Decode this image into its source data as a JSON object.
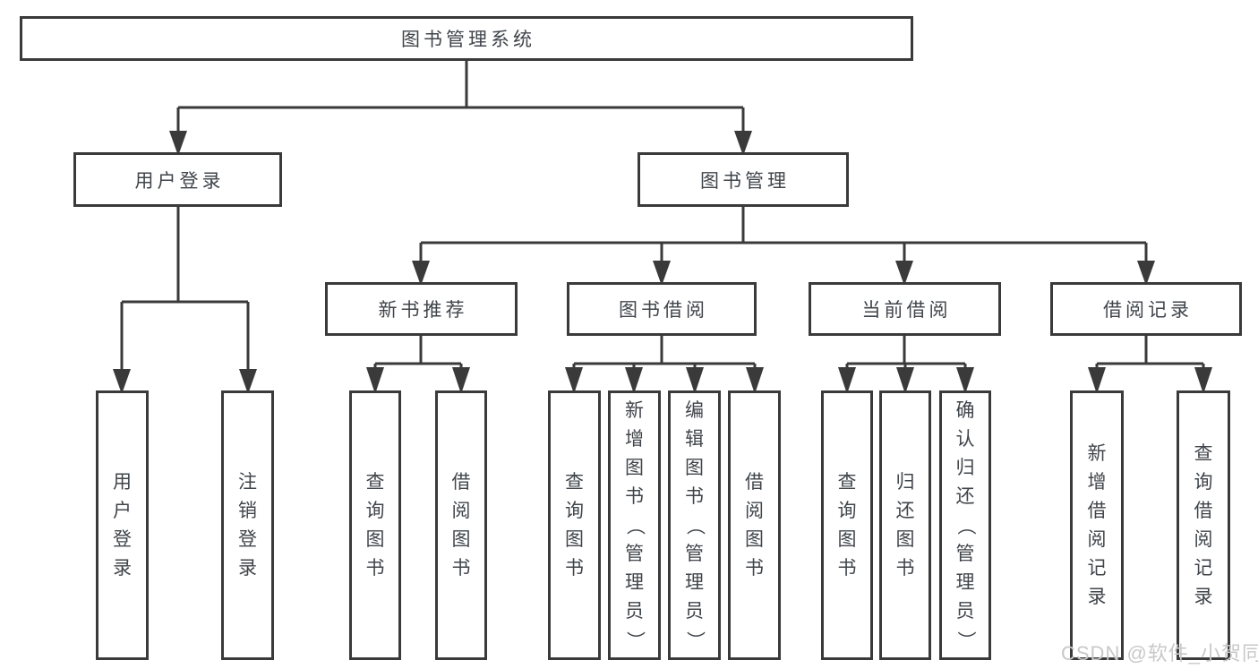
{
  "tree": {
    "root": "图书管理系统",
    "branches": [
      {
        "label": "用户登录",
        "leaves": [
          "用户登录",
          "注销登录"
        ]
      },
      {
        "label": "图书管理",
        "children": [
          {
            "label": "新书推荐",
            "leaves": [
              "查询图书",
              "借阅图书"
            ]
          },
          {
            "label": "图书借阅",
            "leaves": [
              "查询图书",
              "新增图书（管理员）",
              "编辑图书（管理员）",
              "借阅图书"
            ]
          },
          {
            "label": "当前借阅",
            "leaves": [
              "查询图书",
              "归还图书",
              "确认归还（管理员）"
            ]
          },
          {
            "label": "借阅记录",
            "leaves": [
              "新增借阅记录",
              "查询借阅记录"
            ]
          }
        ]
      }
    ]
  },
  "watermark": "CSDN @软件_小贺同学",
  "colors": {
    "line": "#3a3a3a",
    "box_border": "#3a3a3a",
    "text": "#40454b",
    "watermark": "#c8c8c8",
    "background": "#ffffff"
  }
}
